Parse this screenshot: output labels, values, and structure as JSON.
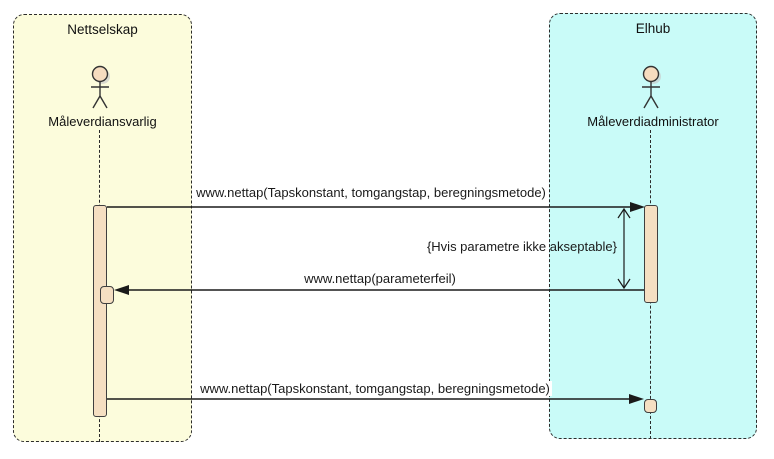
{
  "diagram": {
    "kind": "uml-sequence-diagram",
    "participant_groups": [
      {
        "name": "Nettselskap",
        "actor": "Måleverdiansvarlig"
      },
      {
        "name": "Elhub",
        "actor": "Måleverdiadministrator"
      }
    ],
    "messages": [
      {
        "label": "www.nettap(Tapskonstant, tomgangstap, beregningsmetode)",
        "from": "Måleverdiansvarlig",
        "to": "Måleverdiadministrator",
        "direction": "right",
        "arrow": "solid-filled"
      },
      {
        "label": "www.nettap(parameterfeil)",
        "from": "Måleverdiadministrator",
        "to": "Måleverdiansvarlig",
        "direction": "left",
        "arrow": "solid-filled",
        "guard": "{Hvis parametre ikke akseptable}"
      },
      {
        "label": "www.nettap(Tapskonstant, tomgangstap, beregningsmetode)",
        "from": "Måleverdiansvarlig",
        "to": "Måleverdiadministrator",
        "direction": "right",
        "arrow": "solid-filled"
      }
    ],
    "icons": {
      "actor": "uml-actor-stick-figure-icon"
    },
    "colors": {
      "group_nettselskap_fill": "#FCFCDC",
      "group_elhub_fill": "#C9FBF8",
      "activation_fill": "#F5DFC2",
      "actor_head_fill": "#F6DCBF",
      "line": "#1a1a1a",
      "border": "#2b2b2b",
      "text": "#1a1a1a",
      "label_background": "#ffffff"
    }
  }
}
